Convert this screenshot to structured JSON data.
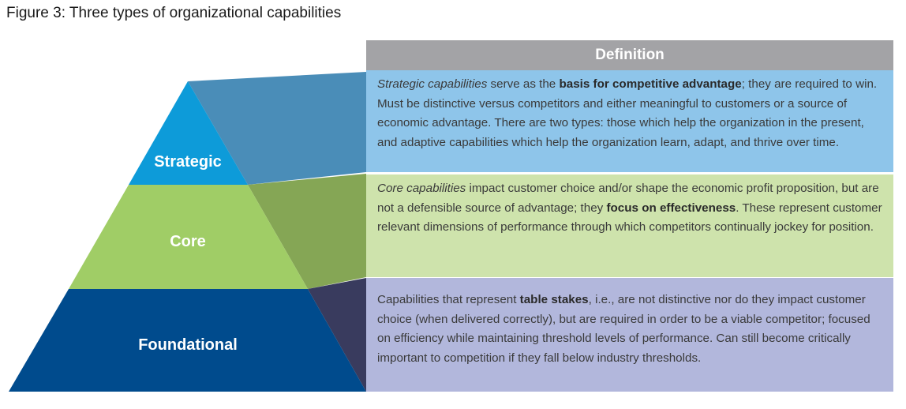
{
  "title": "Figure 3: Three types of organizational capabilities",
  "header": "Definition",
  "levels": [
    {
      "label": "Strategic",
      "color": "#0d9bd9",
      "connector_color": "#4a8db8",
      "box_color": "#8ec5ea",
      "text": {
        "lead_italic": "Strategic capabilities",
        "part1": " serve as the ",
        "bold": "basis for competitive advantage",
        "part2": "; they are required to win. Must be distinctive versus competitors and either meaningful to customers or a source of economic advantage. There are two types: those which help the organization in the present, and adaptive capabilities which help the organization learn, adapt, and thrive over time."
      }
    },
    {
      "label": "Core",
      "color": "#a0cd66",
      "connector_color": "#85a655",
      "box_color": "#cee3ac",
      "text": {
        "lead_italic": "Core capabilities",
        "part1": " impact customer choice and/or shape the economic profit proposition, but are not a defensible source of advantage; they ",
        "bold": "focus on effectiveness",
        "part2": ". These represent customer relevant dimensions of performance through which competitors continually jockey for position."
      }
    },
    {
      "label": "Foundational",
      "color": "#004b8d",
      "connector_color": "#393b5e",
      "box_color": "#b2b7dc",
      "text": {
        "part1": "Capabilities that represent ",
        "bold": "table stakes",
        "part2": ", i.e., are not distinctive nor do they impact customer choice (when delivered correctly), but are required in order to be a viable competitor; focused on efficiency while maintaining threshold levels of performance. Can still become critically important to competition if they fall below industry thresholds."
      }
    }
  ]
}
